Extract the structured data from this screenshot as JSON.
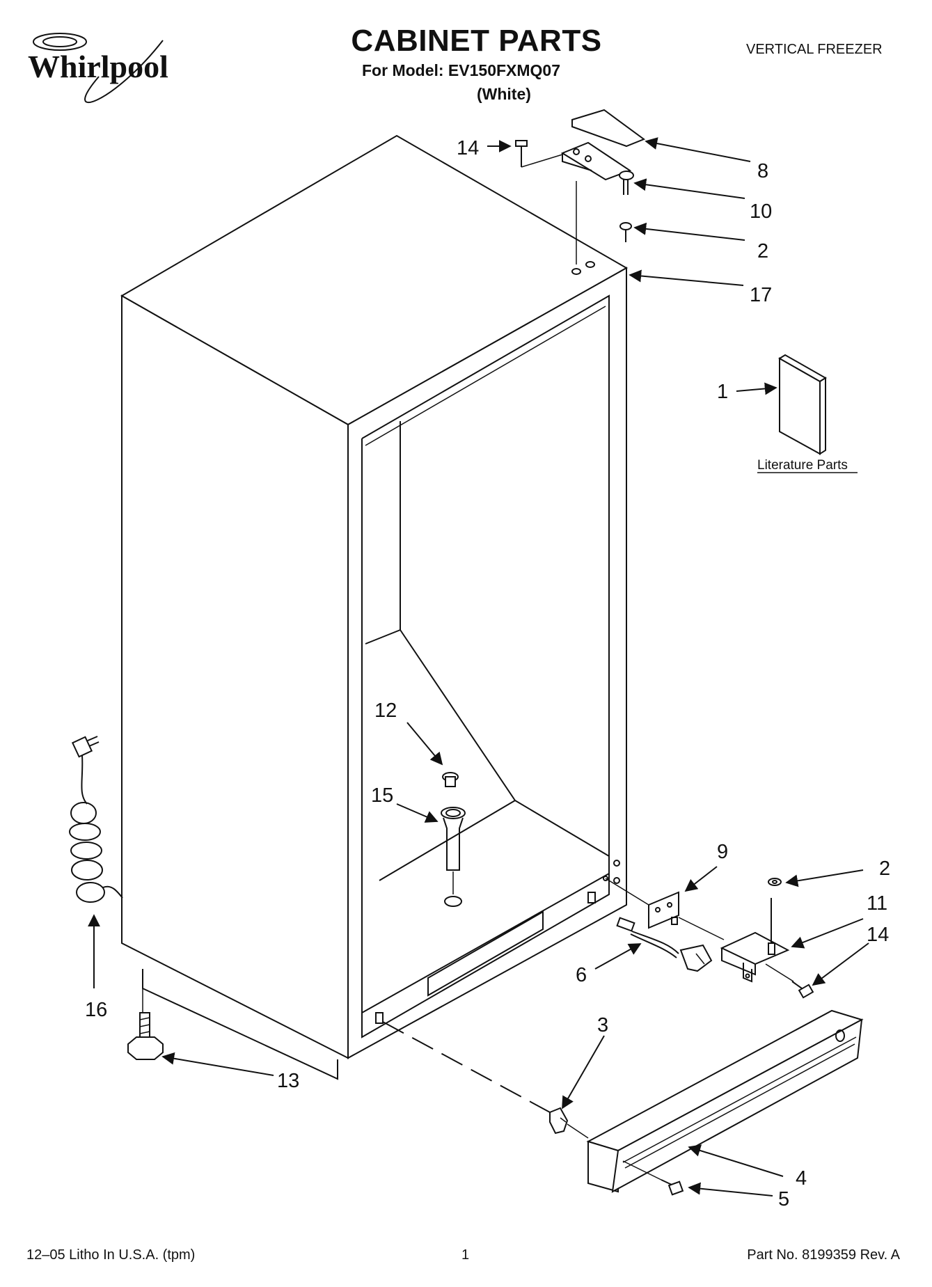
{
  "brand": "Whirlpool",
  "title": "CABINET PARTS",
  "model_line": "For Model: EV150FXMQ07",
  "color_line": "(White)",
  "category": "VERTICAL FREEZER",
  "literature_label": "Literature Parts",
  "callouts": {
    "c14_top": "14",
    "c8": "8",
    "c10": "10",
    "c2_top": "2",
    "c17": "17",
    "c1": "1",
    "c12": "12",
    "c15": "15",
    "c9": "9",
    "c2_bottom": "2",
    "c11": "11",
    "c14_bottom": "14",
    "c6": "6",
    "c16": "16",
    "c3": "3",
    "c13": "13",
    "c4": "4",
    "c5": "5"
  },
  "footer": {
    "litho": "12–05 Litho In U.S.A. (tpm)",
    "page": "1",
    "part_no": "Part No. 8199359 Rev. A"
  }
}
